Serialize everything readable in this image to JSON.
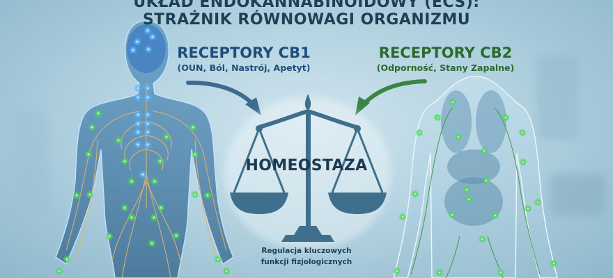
{
  "title": {
    "line1_partial": "UKŁAD ENDOKANNABINOIDOWY (ECS):",
    "line2": "STRAŻNIK RÓWNOWAGI ORGANIZMU"
  },
  "receptors": {
    "cb1": {
      "title": "RECEPTORY CB1",
      "subtitle": "(OUN, Ból, Nastrój, Apetyt)",
      "color": "#1e4f7a"
    },
    "cb2": {
      "title": "RECEPTORY CB2",
      "subtitle": "(Odporność, Stany Zapalne)",
      "color": "#2b6a2f"
    }
  },
  "center": {
    "label": "HOMEOSTAZA",
    "caption_line1": "Regulacja kluczowych",
    "caption_line2": "funkcji fizjologicznych"
  },
  "icons": {
    "left_figure": "nervous-system-body",
    "right_figure": "organs-immune-body",
    "scale": "balance-scale",
    "cb1_arrow": "arrow-blue",
    "cb2_arrow": "arrow-green"
  },
  "colors": {
    "cb1_dot": "#5ab8ff",
    "cb2_dot": "#5fe06a",
    "nerve": "#e0b56a",
    "scale": "#3f6f8c"
  }
}
